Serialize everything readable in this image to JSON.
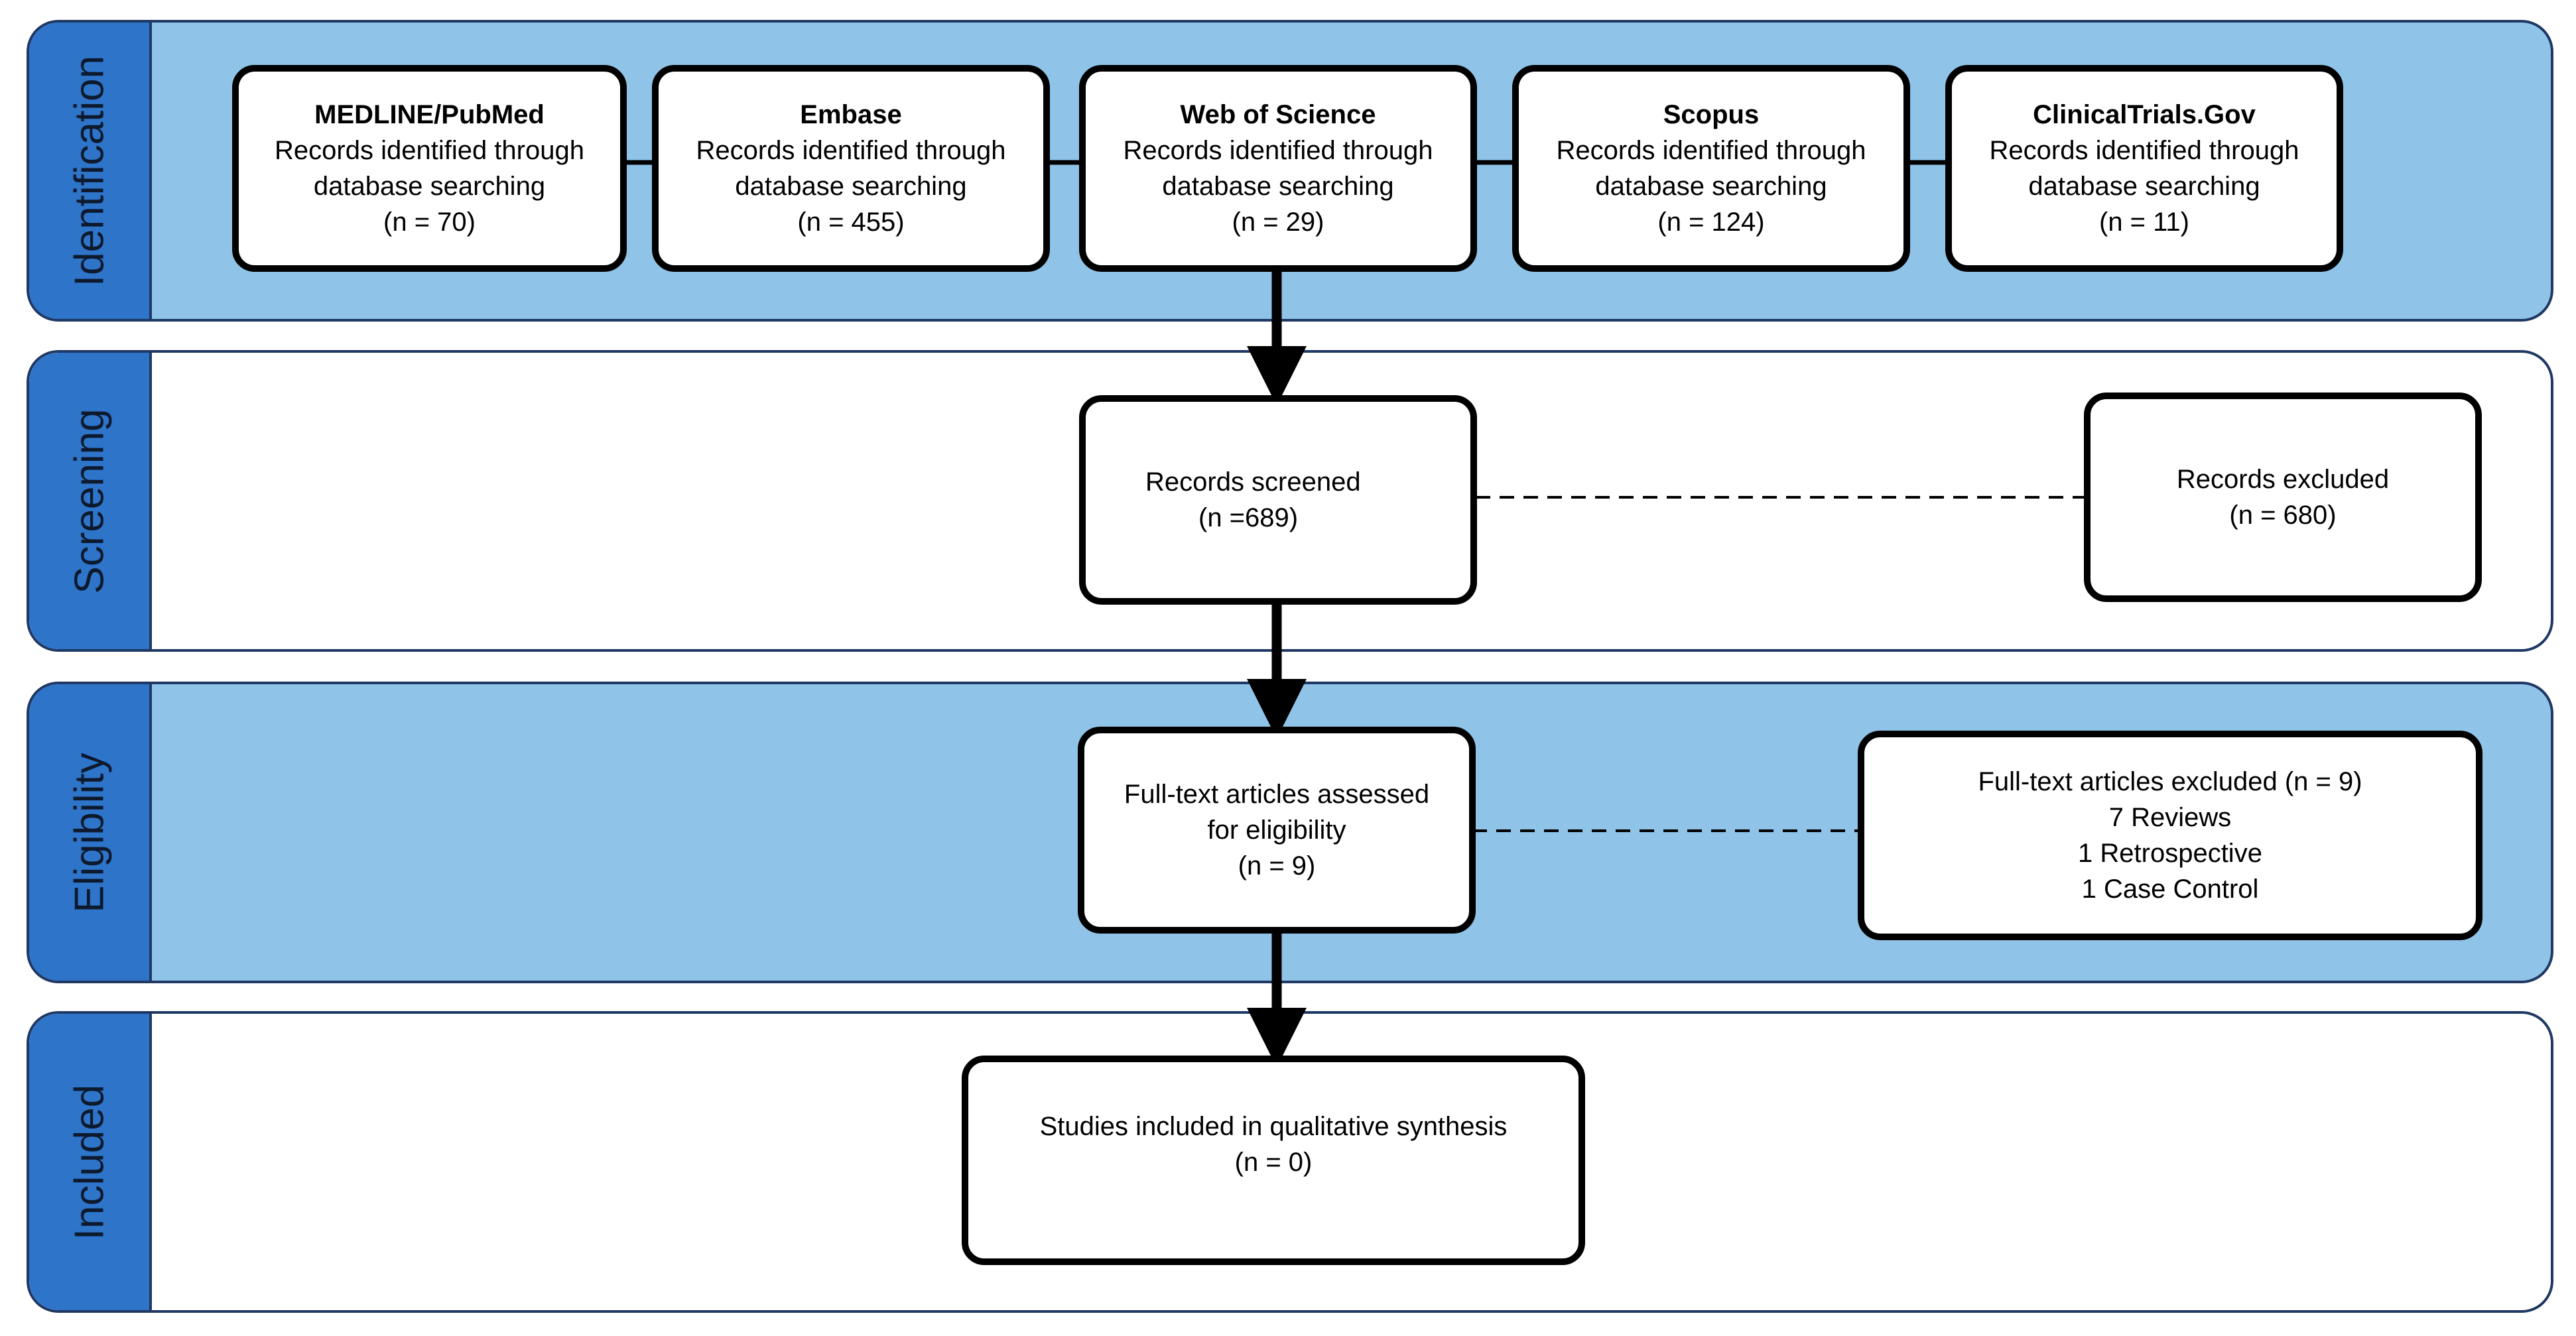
{
  "stages": [
    {
      "key": "identification",
      "label": "Identification"
    },
    {
      "key": "screening",
      "label": "Screening"
    },
    {
      "key": "eligibility",
      "label": "Eligibility"
    },
    {
      "key": "included",
      "label": "Included"
    }
  ],
  "identification": {
    "sources": [
      {
        "title": "MEDLINE/PubMed",
        "line1": "Records identified through",
        "line2": "database searching",
        "count": "(n = 70)"
      },
      {
        "title": "Embase",
        "line1": "Records identified through",
        "line2": "database searching",
        "count": "(n = 455)"
      },
      {
        "title": "Web of Science",
        "line1": "Records identified through",
        "line2": "database searching",
        "count": "(n = 29)"
      },
      {
        "title": "Scopus",
        "line1": "Records identified through",
        "line2": "database searching",
        "count": "(n = 124)"
      },
      {
        "title": "ClinicalTrials.Gov",
        "line1": "Records identified through",
        "line2": "database searching",
        "count": "(n = 11)"
      }
    ]
  },
  "screening": {
    "screened": {
      "line1": "Records screened",
      "count": "(n =689)"
    },
    "excluded": {
      "line1": "Records excluded",
      "count": "(n = 680)"
    }
  },
  "eligibility": {
    "assessed": {
      "line1": "Full-text articles assessed",
      "line2": "for eligibility",
      "count": "(n = 9)"
    },
    "excluded": {
      "line1": "Full-text articles excluded (n = 9)",
      "line2": "7 Reviews",
      "line3": "1 Retrospective",
      "line4": "1 Case Control"
    }
  },
  "included": {
    "studies": {
      "line1": "Studies included in qualitative synthesis",
      "count": "(n = 0)"
    }
  },
  "colors": {
    "band_blue": "#8fc4e8",
    "label_blue": "#2e74c9",
    "border_navy": "#1f3864"
  }
}
